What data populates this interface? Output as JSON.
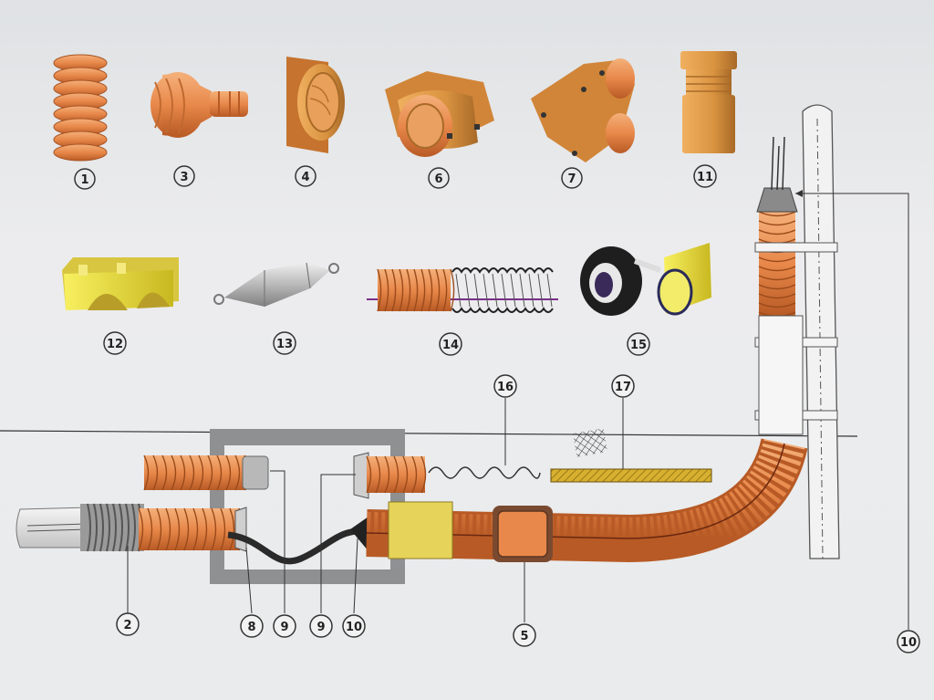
{
  "catalog_labels": {
    "p1": "1",
    "p3": "3",
    "p4": "4",
    "p6": "6",
    "p7": "7",
    "p11": "11",
    "p12": "12",
    "p13": "13",
    "p14": "14",
    "p15": "15"
  },
  "callout_labels": {
    "c16": "16",
    "c17": "17",
    "c2": "2",
    "c8": "8",
    "c9a": "9",
    "c9b": "9",
    "c10a": "10",
    "c5": "5",
    "c10b": "10"
  },
  "colors": {
    "corrugated": "#e8884a",
    "corrugated_dark": "#b85a25",
    "fitting": "#d99340",
    "pit": "#8f9091",
    "holder": "#e6d45a",
    "coupler": "#7a4a30",
    "background": "#e9ebec"
  }
}
